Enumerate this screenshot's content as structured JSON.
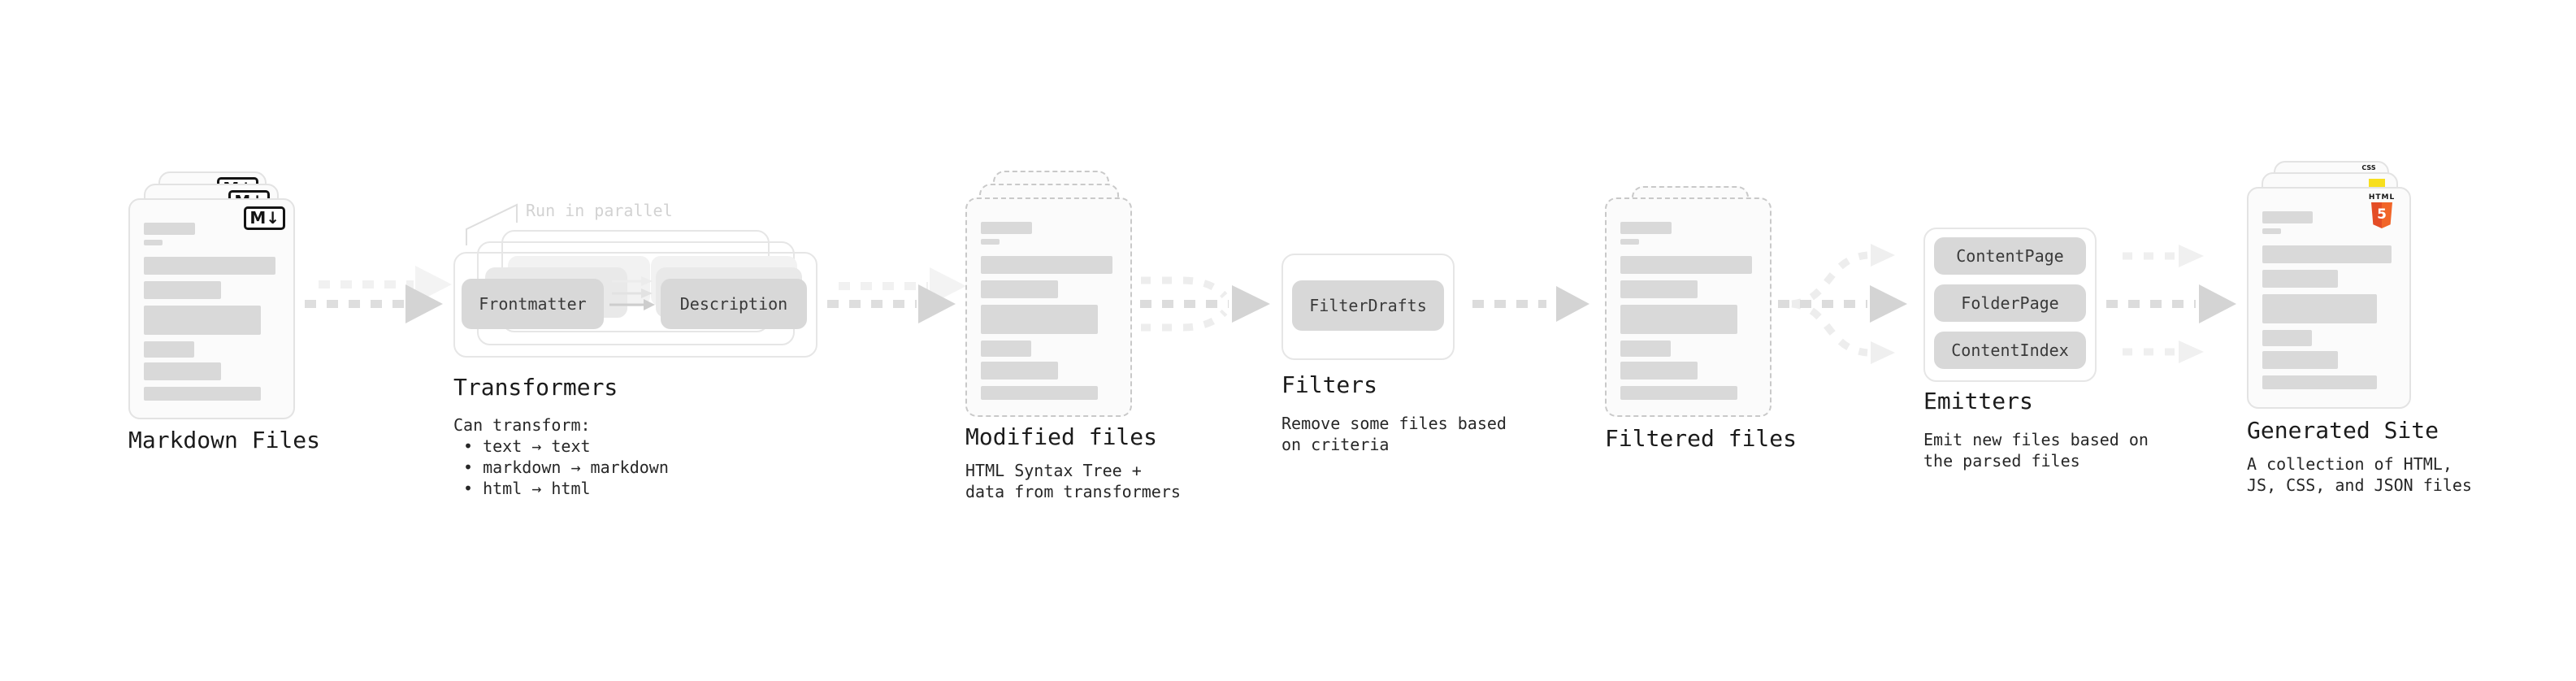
{
  "colors": {
    "background": "#ffffff",
    "card_border": "#e3e3e3",
    "dashed_border": "#c9c9c9",
    "card_background": "#fbfbfb",
    "skeleton": "#d9d9d9",
    "pill_background": "#d8d8d8",
    "pill_text": "#3a3a3a",
    "arrow": "#d4d4d4",
    "arrow_light": "#efefef",
    "text": "#1f1f1f",
    "note_text": "#d2d2d2",
    "html5_orange": "#e44d26",
    "js_yellow": "#f7df1e",
    "css_blue": "#2965f1"
  },
  "stages": {
    "markdown": {
      "title": "Markdown Files",
      "badge": "M↓"
    },
    "transformers": {
      "title": "Transformers",
      "note": "Run in parallel",
      "pill_left": "Frontmatter",
      "pill_right": "Description",
      "desc": "Can transform:",
      "bullets": [
        "• text → text",
        "• markdown → markdown",
        "• html → html"
      ]
    },
    "modified": {
      "title": "Modified files",
      "desc1": "HTML Syntax Tree +",
      "desc2": "data from transformers"
    },
    "filters": {
      "title": "Filters",
      "pill": "FilterDrafts",
      "desc1": "Remove some files based",
      "desc2": "on criteria"
    },
    "filtered": {
      "title": "Filtered files"
    },
    "emitters": {
      "title": "Emitters",
      "pills": [
        "ContentPage",
        "FolderPage",
        "ContentIndex"
      ],
      "desc1": "Emit new files based on",
      "desc2": "the parsed files"
    },
    "generated": {
      "title": "Generated Site",
      "desc1": "A collection of HTML,",
      "desc2": "JS, CSS, and JSON files",
      "html_badge_top": "HTML",
      "html_badge_number": "5",
      "css_badge": "CSS"
    }
  }
}
